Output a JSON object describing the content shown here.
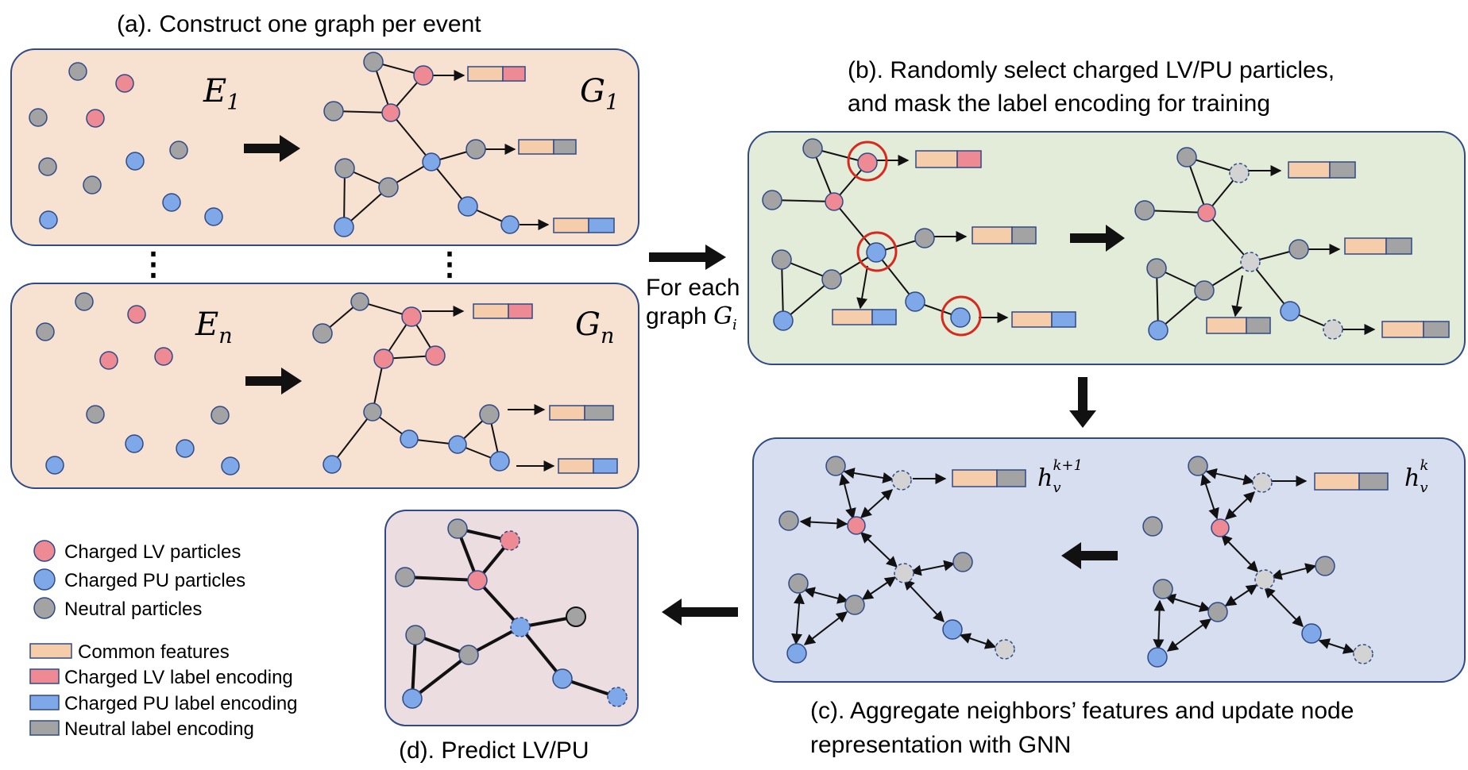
{
  "captions": {
    "a": "(a). Construct one graph per event",
    "b_line1": "(b). Randomly select charged LV/PU particles,",
    "b_line2": "and mask the label encoding for training",
    "c_line1": "(c). Aggregate neighbors’ features and update node",
    "c_line2": "representation with GNN",
    "d": "(d). Predict LV/PU"
  },
  "event_labels": {
    "e1": "E",
    "e1_sub": "1",
    "en": "E",
    "en_sub": "n"
  },
  "graph_labels": {
    "g1": "G",
    "g1_sub": "1",
    "gn": "G",
    "gn_sub": "n"
  },
  "for_each": {
    "line1": "For each",
    "line2": "graph",
    "var": "G",
    "var_sub": "i"
  },
  "ellipsis": "⋮",
  "hidden_states": {
    "next": {
      "base": "h",
      "sub": "v",
      "sup": "k+1"
    },
    "curr": {
      "base": "h",
      "sub": "v",
      "sup": "k"
    }
  },
  "legend": {
    "nodes": [
      {
        "label": "Charged LV particles",
        "color": "#ee8a94"
      },
      {
        "label": "Charged PU particles",
        "color": "#7fa8e8"
      },
      {
        "label": "Neutral particles",
        "color": "#a3a3a3"
      }
    ],
    "encodings": [
      {
        "label": "Common features",
        "color": "#f5cdaa"
      },
      {
        "label": "Charged LV label encoding",
        "color": "#ee8a94"
      },
      {
        "label": "Charged PU label encoding",
        "color": "#7fa8e8"
      },
      {
        "label": "Neutral label encoding",
        "color": "#a3a3a3"
      }
    ]
  },
  "colors": {
    "lv": "#ee8a94",
    "pu": "#7fa8e8",
    "neutral": "#a3a3a3",
    "masked": "#d3d3d3",
    "common": "#f5cdaa",
    "panel_a_bg": "#f7e1d1",
    "panel_b_bg": "#e3ecd9",
    "panel_c_bg": "#d7deef",
    "panel_d_bg": "#ecdde0",
    "panel_border": "#2f4a86",
    "highlight_ring": "#d62a1f"
  }
}
